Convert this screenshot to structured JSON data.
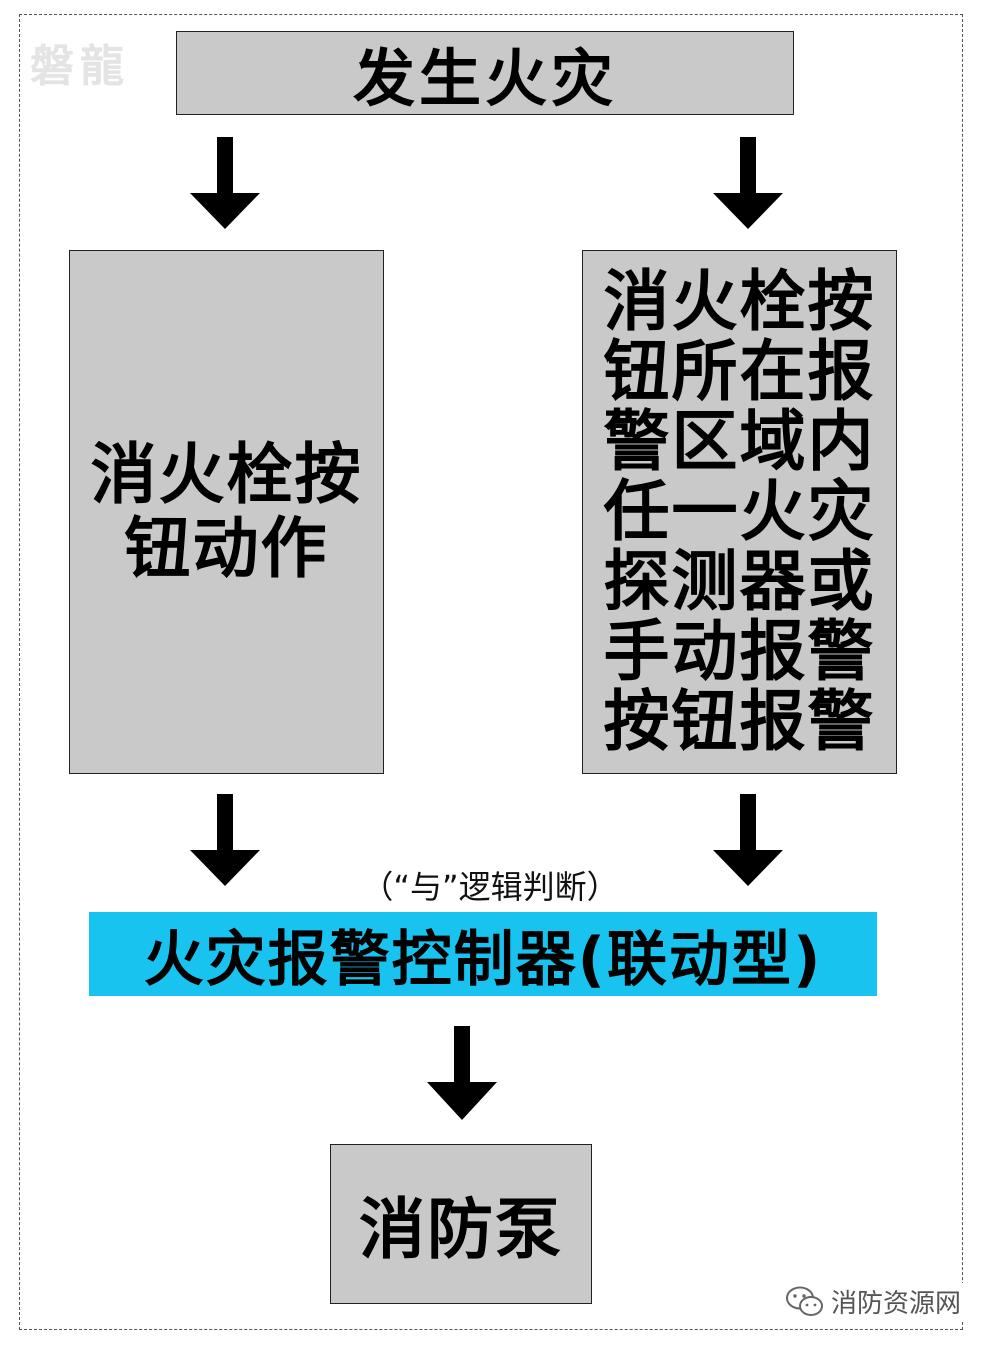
{
  "watermark_top_left": "磐龍",
  "watermark_bottom_right": "消防资源网",
  "top_box": "发生火灾",
  "left_box": "消火栓按钮动作",
  "right_box": "消火栓按钮所在报警区域内任一火灾探测器或手动报警按钮报警",
  "logic_note": "（“与”逻辑判断）",
  "controller": "火灾报警控制器(联动型)",
  "pump": "消防泵",
  "icons": {
    "watermark_icon": "wechat-icon",
    "arrow_icon": "arrow-down-icon"
  },
  "colors": {
    "box_fill": "#c9c9c9",
    "controller_fill": "#18c4ef",
    "arrow": "#000000"
  }
}
